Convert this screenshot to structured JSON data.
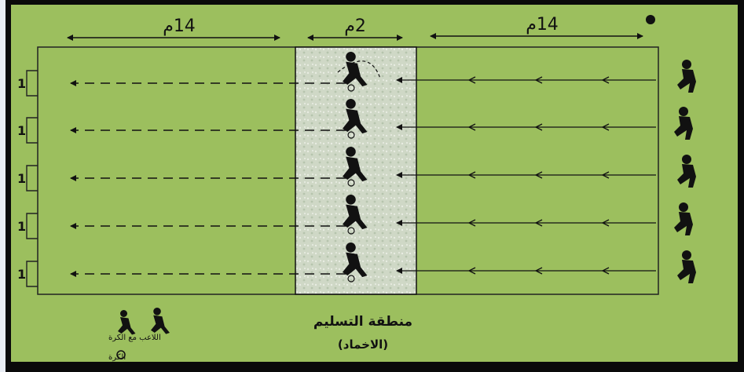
{
  "colors": {
    "field": "#9cbf5e",
    "handover_zone": "#cfd8c6",
    "line": "#111111",
    "frame": "#0a0a0a",
    "page_edge": "#e9edf4"
  },
  "dimensions": {
    "left_section": "14م",
    "middle_section": "2م",
    "right_section": "14م"
  },
  "zone_title": "منطقة التسليم",
  "zone_subtitle": "(الاخماد)",
  "legend": {
    "player_with_ball": "اللاعب مع الكرة",
    "ball": "الكرة"
  },
  "lanes": 5,
  "lane_number": "1",
  "icons": [
    "player-icon",
    "ball-icon",
    "small-goal-icon",
    "arrow-icon"
  ]
}
